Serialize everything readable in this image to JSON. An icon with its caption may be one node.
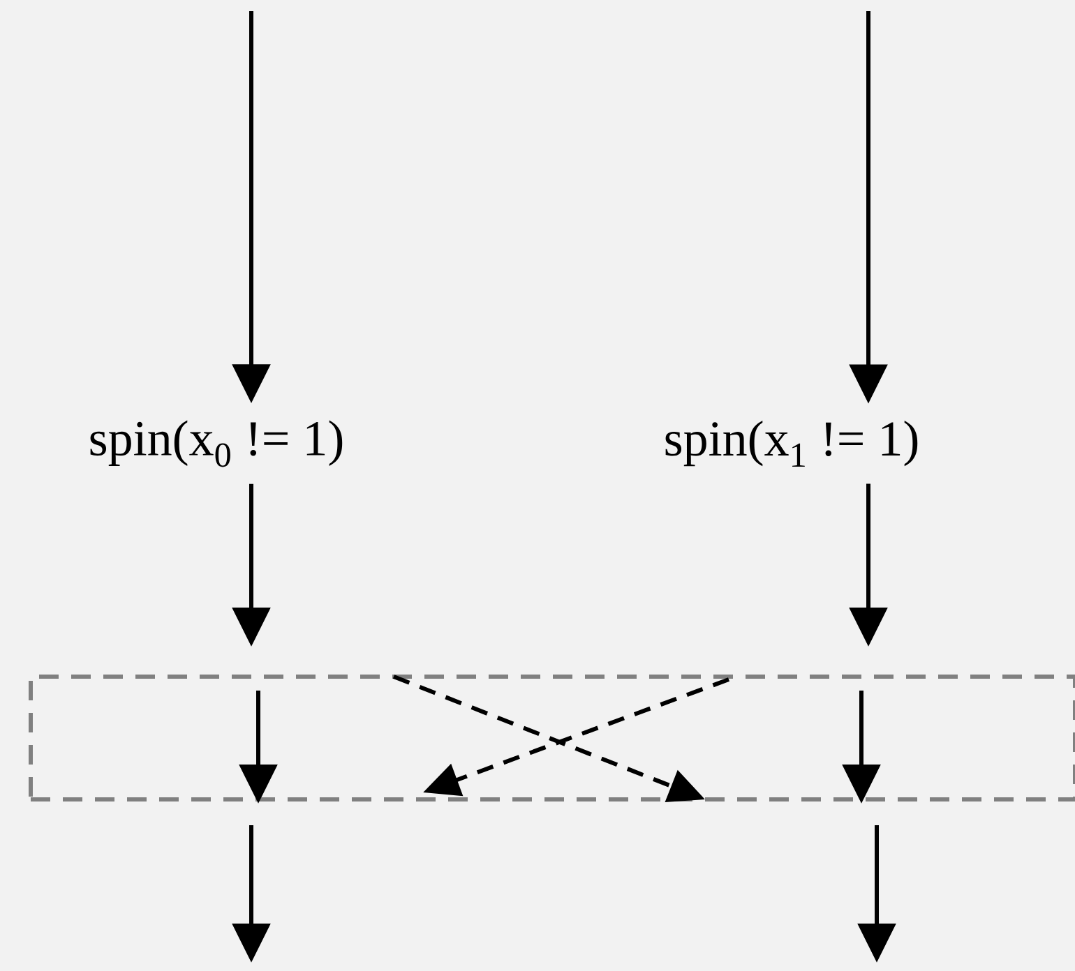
{
  "diagram": {
    "nodes": [
      {
        "text": [
          "spin(x$_{0}$ != 1)"
        ]
      },
      {
        "text": [
          "spin(x$_{1}$ != 1)"
        ]
      },
      {
        "text": [],
        "shape": "box"
      }
    ],
    "edges": [
      {
        "from": null,
        "to": 0,
        "arrow": "to"
      },
      {
        "from": null,
        "to": 1,
        "arrow": "to"
      },
      {
        "from": 0,
        "to": 2,
        "arrow": "to"
      },
      {
        "from": 1,
        "to": 2,
        "arrow": "to"
      },
      {
        "from": 2,
        "to": null,
        "arrow": "to"
      },
      {
        "from": 2,
        "to": null,
        "arrow": "to"
      }
    ]
  }
}
